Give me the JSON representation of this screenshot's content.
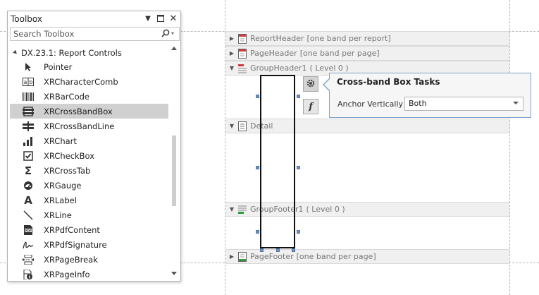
{
  "toolbox": {
    "title": "Toolbox",
    "search_placeholder": "Search Toolbox",
    "group_label": "DX.23.1: Report Controls",
    "items": [
      {
        "label": "Pointer",
        "icon": "pointer-icon"
      },
      {
        "label": "XRCharacterComb",
        "icon": "character-comb-icon"
      },
      {
        "label": "XRBarCode",
        "icon": "barcode-icon"
      },
      {
        "label": "XRCrossBandBox",
        "icon": "cross-band-box-icon",
        "selected": true
      },
      {
        "label": "XRCrossBandLine",
        "icon": "cross-band-line-icon"
      },
      {
        "label": "XRChart",
        "icon": "chart-icon"
      },
      {
        "label": "XRCheckBox",
        "icon": "checkbox-icon"
      },
      {
        "label": "XRCrossTab",
        "icon": "sigma-icon"
      },
      {
        "label": "XRGauge",
        "icon": "gauge-icon"
      },
      {
        "label": "XRLabel",
        "icon": "label-a-icon"
      },
      {
        "label": "XRLine",
        "icon": "line-icon"
      },
      {
        "label": "XRPdfContent",
        "icon": "pdf-icon"
      },
      {
        "label": "XRPdfSignature",
        "icon": "signature-icon"
      },
      {
        "label": "XRPageBreak",
        "icon": "page-break-icon"
      },
      {
        "label": "XRPageInfo",
        "icon": "page-info-icon"
      }
    ]
  },
  "bands": {
    "report_header": {
      "name": "ReportHeader",
      "note": "[one band per report]"
    },
    "page_header": {
      "name": "PageHeader",
      "note": "[one band per page]"
    },
    "group_header": {
      "name": "GroupHeader1",
      "note": "( Level 0 )"
    },
    "detail": {
      "name": "Detail"
    },
    "group_footer": {
      "name": "GroupFooter1",
      "note": "( Level 0 )"
    },
    "page_footer": {
      "name": "PageFooter",
      "note": "[one band per page]"
    }
  },
  "smart_tag": {
    "title": "Cross-band Box Tasks",
    "anchor_label": "Anchor Vertically",
    "anchor_value": "Both",
    "fx_label": "f"
  },
  "colors": {
    "accent_border": "#7ea4c9",
    "handle": "#6a8fc2",
    "band_red": "#d33a3a",
    "band_green": "#2e9b3e",
    "selected_row": "#d0d0d0"
  }
}
